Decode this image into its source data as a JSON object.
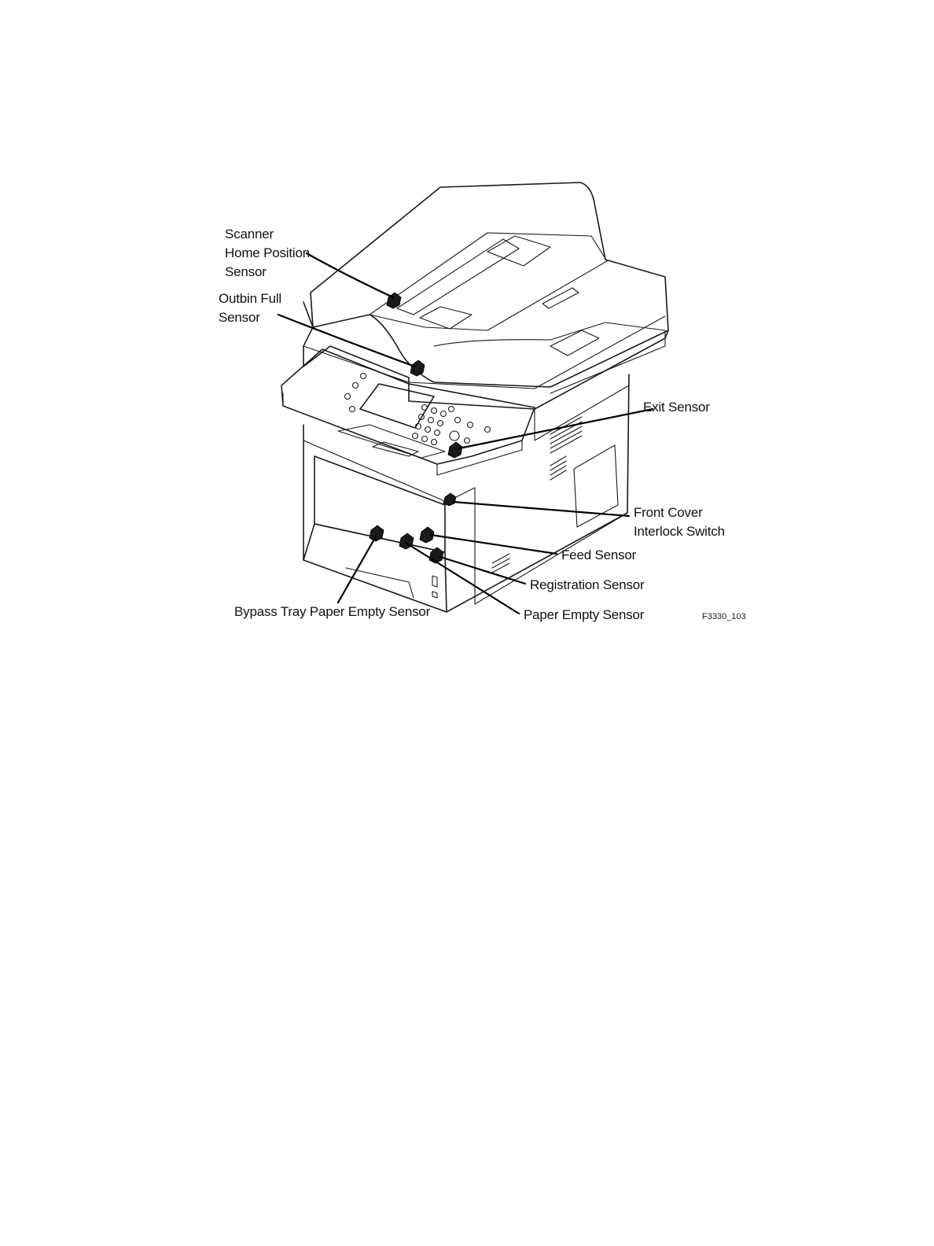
{
  "callouts": {
    "scanner_home": [
      "Scanner",
      "Home Position",
      "Sensor"
    ],
    "outbin_full": [
      "Outbin Full",
      "Sensor"
    ],
    "exit": [
      "Exit Sensor"
    ],
    "front_cover": [
      "Front Cover",
      "Interlock Switch"
    ],
    "feed": [
      "Feed Sensor"
    ],
    "registration": [
      "Registration Sensor"
    ],
    "bypass_tray": [
      "Bypass Tray Paper Empty Sensor"
    ],
    "paper_empty": [
      "Paper Empty Sensor"
    ]
  },
  "figure_id": "F3330_103",
  "colors": {
    "line": "#1a1a1a",
    "background": "#ffffff"
  }
}
